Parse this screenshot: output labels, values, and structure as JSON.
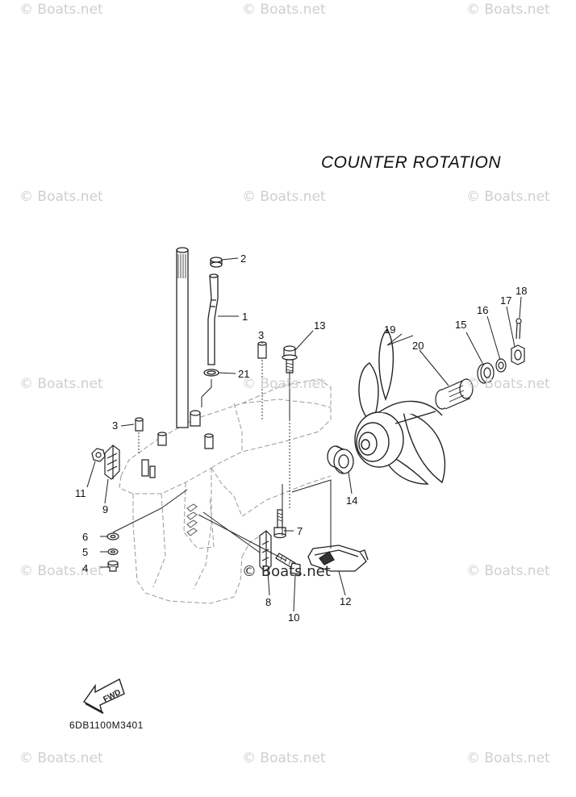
{
  "diagram": {
    "title": "COUNTER  ROTATION",
    "drawing_code": "6DB1100M3401",
    "fwd_label": "FWD",
    "watermark": "© Boats.net",
    "center_watermark": "© Boats.net",
    "callouts": [
      "1",
      "2",
      "3",
      "3",
      "4",
      "5",
      "6",
      "7",
      "8",
      "9",
      "10",
      "11",
      "12",
      "13",
      "14",
      "15",
      "16",
      "17",
      "18",
      "19",
      "20",
      "21"
    ],
    "colors": {
      "line": "#222222",
      "watermark": "#cfcfcf",
      "phantom": "#9a9a9a"
    }
  }
}
